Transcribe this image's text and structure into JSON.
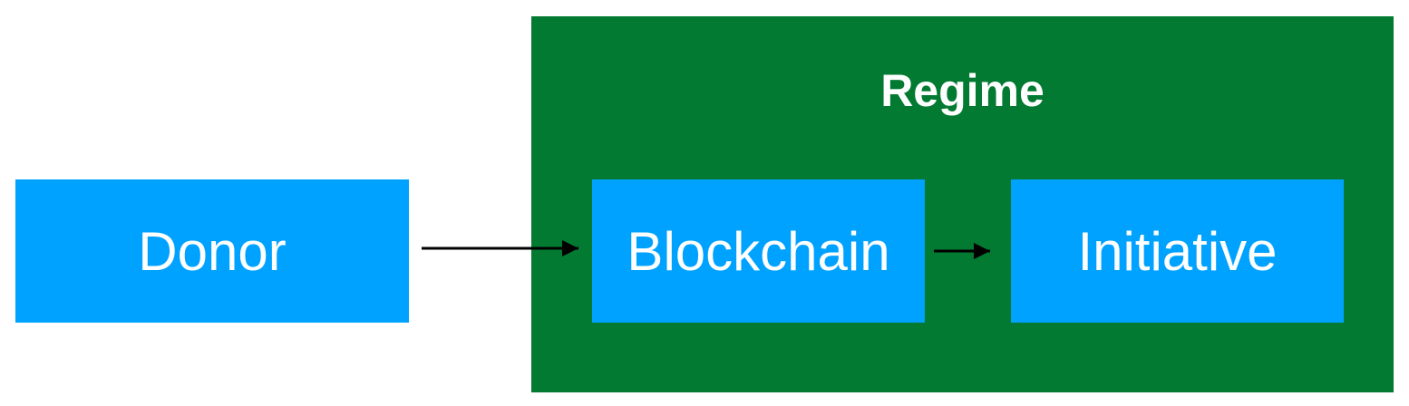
{
  "diagram": {
    "colors": {
      "node_fill": "#00a2ff",
      "container_fill": "#027a31",
      "text": "#ffffff",
      "arrow": "#000000"
    },
    "container": {
      "label": "Regime"
    },
    "nodes": {
      "donor": "Donor",
      "blockchain": "Blockchain",
      "initiative": "Initiative"
    },
    "edges": [
      {
        "from": "donor",
        "to": "blockchain"
      },
      {
        "from": "blockchain",
        "to": "initiative"
      }
    ]
  }
}
